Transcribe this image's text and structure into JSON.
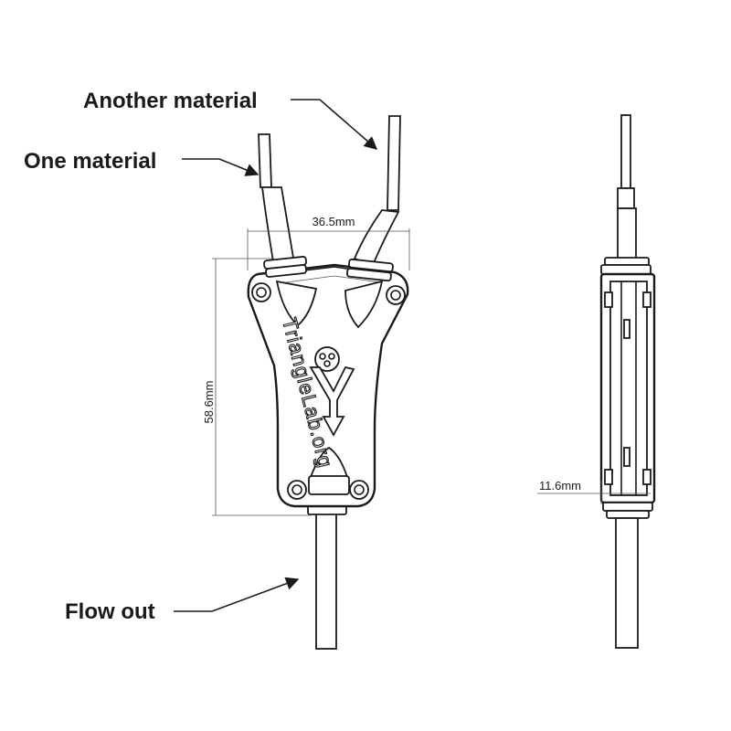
{
  "callouts": {
    "another_material": "Another material",
    "one_material": "One material",
    "flow_out": "Flow out"
  },
  "dimensions": {
    "width": "36.5mm",
    "height": "58.6mm",
    "thickness": "11.6mm"
  },
  "brand_text": "TriangleLab.org",
  "colors": {
    "line": "#1a1a1a",
    "background": "#ffffff"
  },
  "icons": [
    "screw-icon",
    "y-flow-arrow-icon"
  ]
}
